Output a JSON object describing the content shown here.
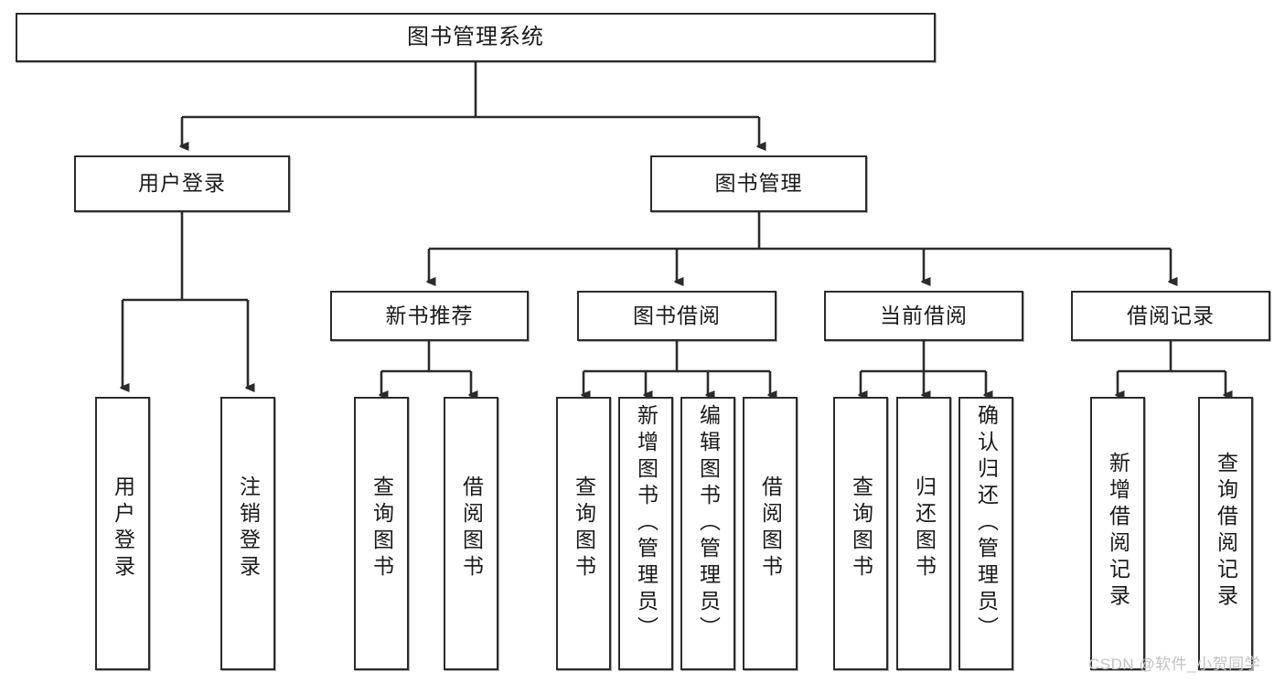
{
  "diagram": {
    "title": "图书管理系统",
    "type": "hierarchy-tree",
    "levels": 4,
    "root": {
      "id": "root",
      "label": "图书管理系统"
    },
    "level2": [
      {
        "id": "user-login",
        "label": "用户登录"
      },
      {
        "id": "book-manage",
        "label": "图书管理"
      }
    ],
    "level3": [
      {
        "id": "new-book-rec",
        "label": "新书推荐"
      },
      {
        "id": "book-borrow",
        "label": "图书借阅"
      },
      {
        "id": "current-borrow",
        "label": "当前借阅"
      },
      {
        "id": "borrow-record",
        "label": "借阅记录"
      }
    ],
    "leaves": {
      "user_login": [
        {
          "id": "leaf-user-login",
          "label": "用户登录"
        },
        {
          "id": "leaf-logout",
          "label": "注销登录"
        }
      ],
      "new_book_rec": [
        {
          "id": "leaf-query-book-1",
          "label": "查询图书"
        },
        {
          "id": "leaf-borrow-book-1",
          "label": "借阅图书"
        }
      ],
      "book_borrow": [
        {
          "id": "leaf-query-book-2",
          "label": "查询图书"
        },
        {
          "id": "leaf-add-book",
          "label": "新增图书（管理员）"
        },
        {
          "id": "leaf-edit-book",
          "label": "编辑图书（管理员）"
        },
        {
          "id": "leaf-borrow-book-2",
          "label": "借阅图书"
        }
      ],
      "current_borrow": [
        {
          "id": "leaf-query-book-3",
          "label": "查询图书"
        },
        {
          "id": "leaf-return-book",
          "label": "归还图书"
        },
        {
          "id": "leaf-confirm-return",
          "label": "确认归还（管理员）"
        }
      ],
      "borrow_record": [
        {
          "id": "leaf-add-record",
          "label": "新增借阅记录"
        },
        {
          "id": "leaf-query-record",
          "label": "查询借阅记录"
        }
      ]
    }
  },
  "watermark": {
    "text": "CSDN @软件_小贺同学"
  },
  "colors": {
    "stroke": "#2b2b2b",
    "fill": "#ffffff",
    "text": "#1a1a1a",
    "watermark": "#c2c2c2"
  }
}
